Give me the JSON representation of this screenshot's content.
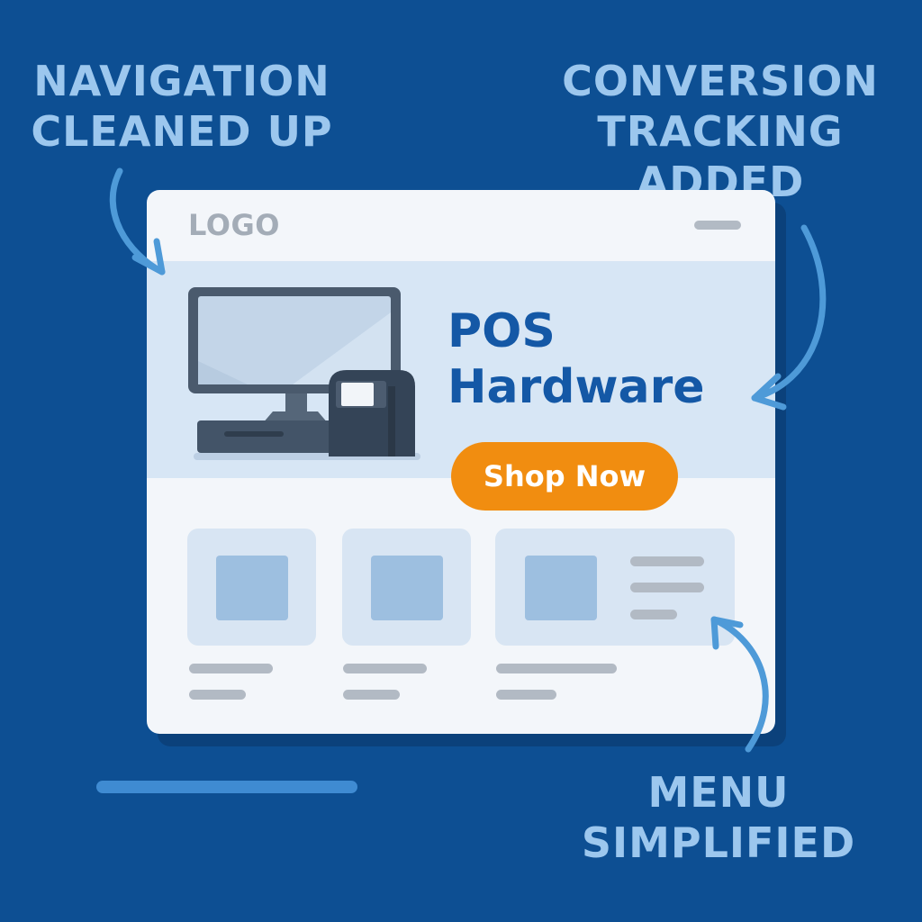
{
  "callouts": {
    "navigation": [
      "NAVIGATION",
      "CLEANED UP"
    ],
    "conversion": [
      "CONVERSION",
      "TRACKING",
      "ADDED"
    ],
    "menu": [
      "MENU",
      "SIMPLIFIED"
    ]
  },
  "header": {
    "logo": "LOGO"
  },
  "hero": {
    "title_lines": [
      "POS",
      "Hardware"
    ],
    "cta_label": "Shop Now"
  },
  "icons": {
    "menu": "hamburger-menu-icon",
    "illustration": "pos-terminal-icon",
    "arrows": "curved-arrow-icon"
  },
  "colors": {
    "background": "#0d4f93",
    "callout_text": "#9cc7ee",
    "hero_title": "#1458a6",
    "cta": "#f18d10",
    "hero_band": "#d7e6f5",
    "arrow": "#4e9ad8"
  }
}
